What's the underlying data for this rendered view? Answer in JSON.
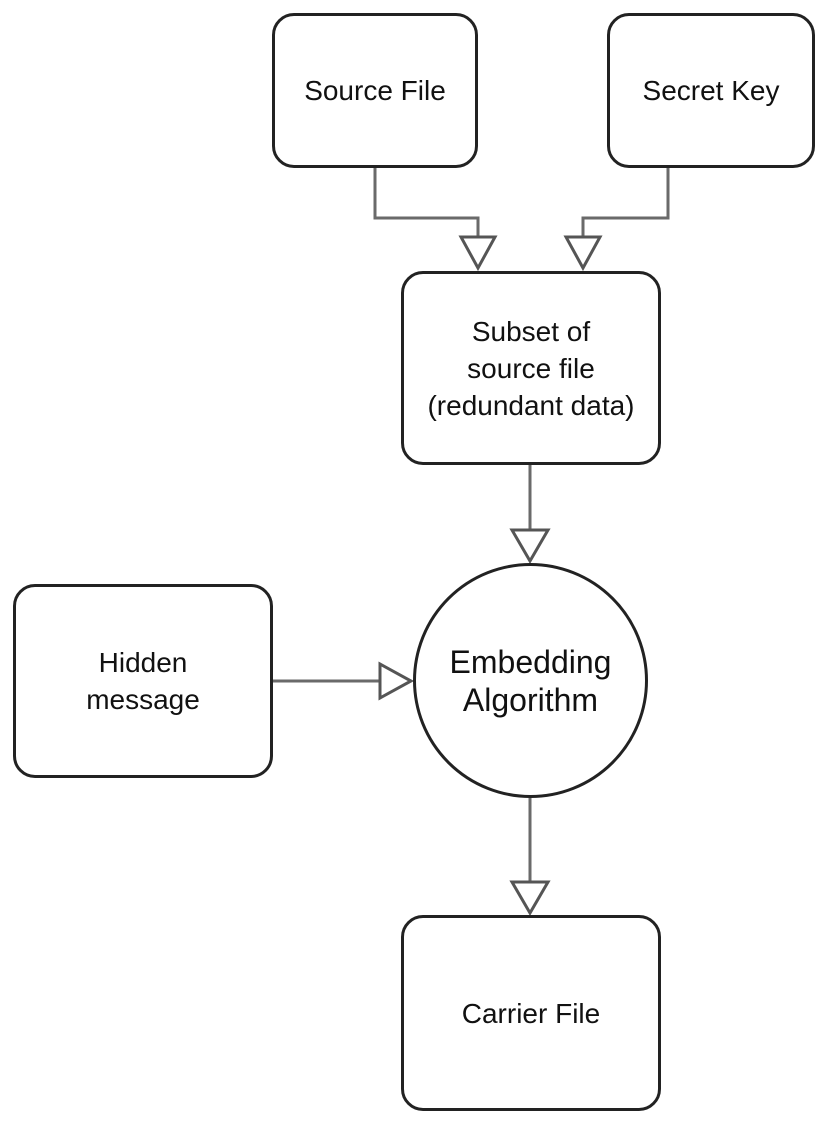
{
  "diagram": {
    "nodes": {
      "source_file": "Source File",
      "secret_key": "Secret Key",
      "subset": "Subset of\nsource file\n(redundant data)",
      "embedding": "Embedding\nAlgorithm",
      "hidden_message": "Hidden\nmessage",
      "carrier_file": "Carrier File"
    },
    "edges": [
      {
        "from": "source_file",
        "to": "subset"
      },
      {
        "from": "secret_key",
        "to": "subset"
      },
      {
        "from": "subset",
        "to": "embedding"
      },
      {
        "from": "hidden_message",
        "to": "embedding"
      },
      {
        "from": "embedding",
        "to": "carrier_file"
      }
    ],
    "colors": {
      "stroke": "#222222",
      "connector": "#666666",
      "background": "#ffffff"
    }
  }
}
